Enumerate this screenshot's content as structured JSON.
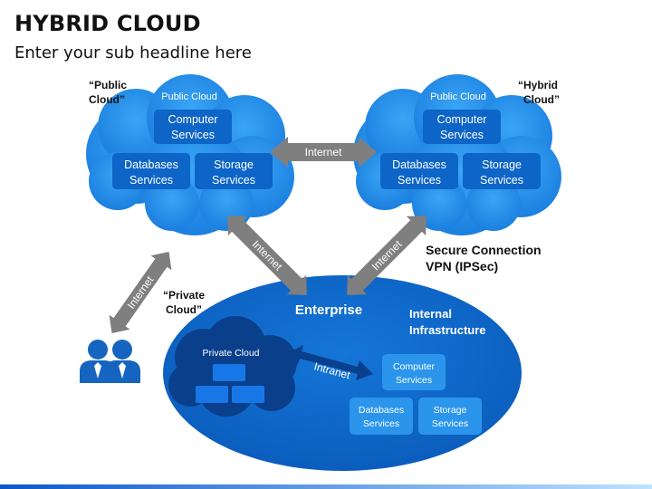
{
  "title": "HYBRID CLOUD",
  "subtitle": "Enter your sub headline here",
  "public_cloud": {
    "caption_line1": "“Public",
    "caption_line2": "Cloud”",
    "label": "Public Cloud",
    "services": {
      "computer_l1": "Computer",
      "computer_l2": "Services",
      "databases_l1": "Databases",
      "databases_l2": "Services",
      "storage_l1": "Storage",
      "storage_l2": "Services"
    }
  },
  "hybrid_cloud": {
    "caption_line1": "“Hybrid",
    "caption_line2": "Cloud”",
    "label": "Public Cloud",
    "services": {
      "computer_l1": "Computer",
      "computer_l2": "Services",
      "databases_l1": "Databases",
      "databases_l2": "Services",
      "storage_l1": "Storage",
      "storage_l2": "Services"
    }
  },
  "connections": {
    "internet_top": "Internet",
    "internet_left_diag": "Internet",
    "internet_right_diag": "Internet",
    "internet_users": "Internet",
    "intranet": "Intranet"
  },
  "secure_connection": {
    "line1": "Secure Connection",
    "line2": "VPN (IPSec)"
  },
  "private_cloud_caption": {
    "line1": "“Private",
    "line2": "Cloud”"
  },
  "enterprise": {
    "title": "Enterprise",
    "internal_l1": "Internal",
    "internal_l2": "Infrastructure",
    "private_cloud_label": "Private Cloud",
    "services": {
      "computer_l1": "Computer",
      "computer_l2": "Services",
      "databases_l1": "Databases",
      "databases_l2": "Services",
      "storage_l1": "Storage",
      "storage_l2": "Services"
    }
  },
  "colors": {
    "cloud_light": "#2e9bf0",
    "cloud_dark": "#1e7fe0",
    "service_box": "#0d65c8",
    "enterprise": "#0b63c9",
    "private_cloud": "#0a3f8c",
    "arrow": "#7f7f7f",
    "people": "#1565c0"
  }
}
